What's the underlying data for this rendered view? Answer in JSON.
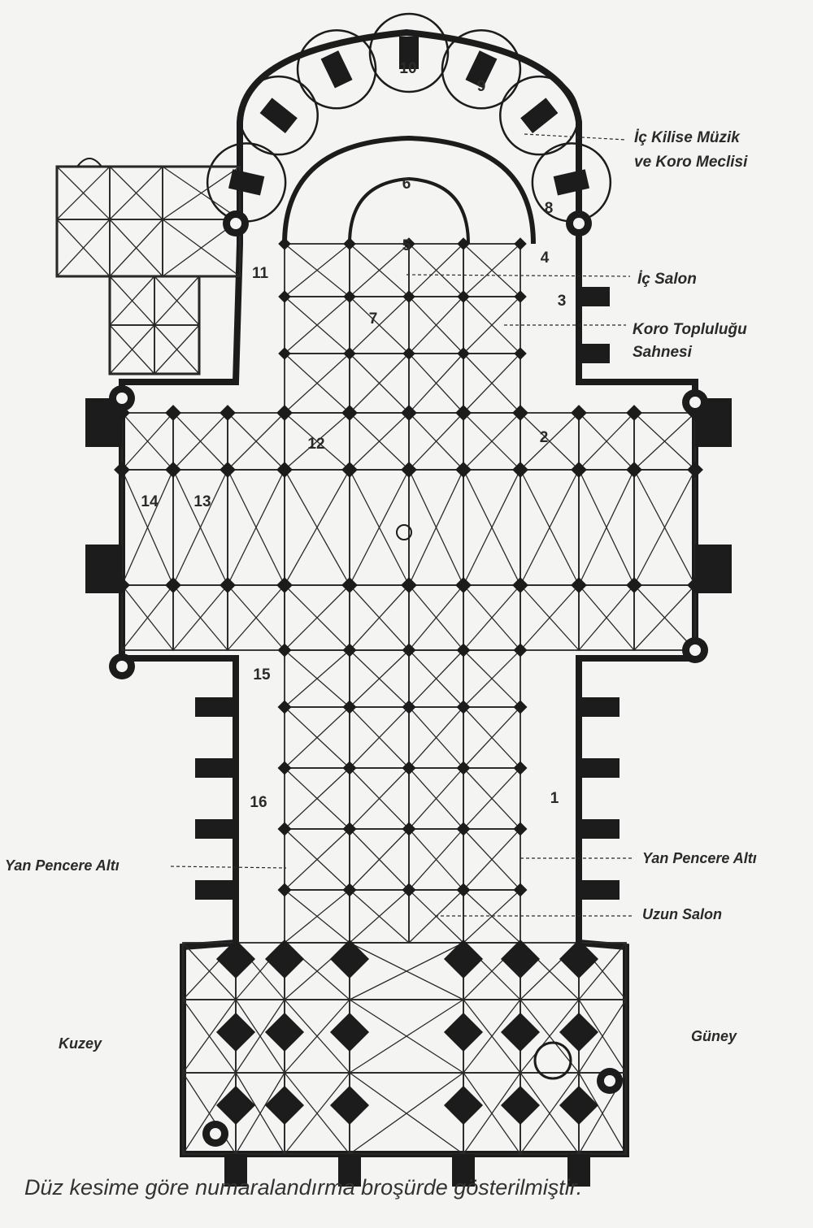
{
  "labels": {
    "inner_chapel": [
      "İç Kilise Müzik",
      "ve Koro Meclisi"
    ],
    "inner_hall": "İç Salon",
    "choir_stage": [
      "Koro Topluluğu",
      "Sahnesi"
    ],
    "aisle_left": "Yan Pencere Altı",
    "aisle_right": "Yan Pencere Altı",
    "long_hall": "Uzun Salon",
    "north": "Kuzey",
    "south": "Güney"
  },
  "numbers": [
    "10",
    "9",
    "6",
    "8",
    "5",
    "4",
    "11",
    "3",
    "7",
    "12",
    "2",
    "14",
    "13",
    "15",
    "1",
    "16"
  ],
  "caption": "Düz kesime göre numaralandırma broşürde gösterilmiştir.",
  "colors": {
    "ink": "#1c1c1c",
    "paper": "#f4f4f2"
  }
}
